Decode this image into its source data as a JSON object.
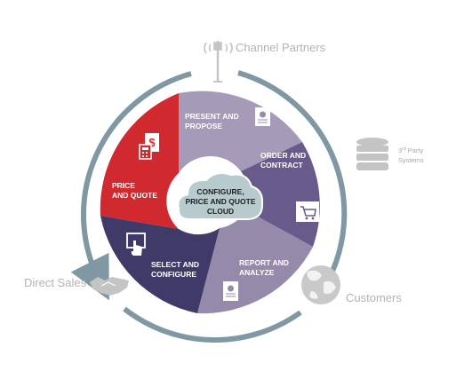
{
  "external": {
    "channel_partners": "Channel Partners",
    "third_party": {
      "superscript": "3",
      "ordinal": "rd",
      "line1_rest": " Party",
      "line2": "Systems"
    },
    "customers": "Customers",
    "direct_sales": "Direct Sales"
  },
  "segments": {
    "present_propose": {
      "line1": "PRESENT AND",
      "line2": "PROPOSE"
    },
    "order_contract": {
      "line1": "ORDER AND",
      "line2": "CONTRACT"
    },
    "report_analyze": {
      "line1": "REPORT AND",
      "line2": "ANALYZE"
    },
    "select_configure": {
      "line1": "SELECT AND",
      "line2": "CONFIGURE"
    },
    "price_quote": {
      "line1": "PRICE",
      "line2": "AND QUOTE"
    }
  },
  "center": {
    "line1": "CONFIGURE,",
    "line2": "PRICE AND QUOTE",
    "line3": "CLOUD"
  },
  "colors": {
    "ring": "#7f98a3",
    "present_propose": "#a59ab7",
    "order_contract": "#685a8b",
    "report_analyze": "#958aa9",
    "select_configure": "#3f3a67",
    "price_quote": "#d02a30",
    "cloud": "#b7cbcf",
    "icons_gray": "#c4c4c4"
  }
}
